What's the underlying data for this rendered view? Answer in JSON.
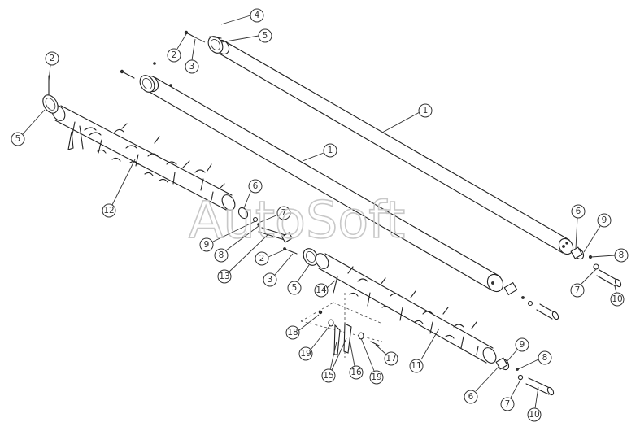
{
  "watermark": "AutoSoft",
  "callouts": [
    {
      "label": "4"
    },
    {
      "label": "5"
    },
    {
      "label": "2"
    },
    {
      "label": "3"
    },
    {
      "label": "2"
    },
    {
      "label": "5"
    },
    {
      "label": "1"
    },
    {
      "label": "1"
    },
    {
      "label": "12"
    },
    {
      "label": "6"
    },
    {
      "label": "7"
    },
    {
      "label": "9"
    },
    {
      "label": "8"
    },
    {
      "label": "13"
    },
    {
      "label": "2"
    },
    {
      "label": "3"
    },
    {
      "label": "5"
    },
    {
      "label": "14"
    },
    {
      "label": "18"
    },
    {
      "label": "19"
    },
    {
      "label": "15"
    },
    {
      "label": "16"
    },
    {
      "label": "19"
    },
    {
      "label": "17"
    },
    {
      "label": "11"
    },
    {
      "label": "6"
    },
    {
      "label": "9"
    },
    {
      "label": "8"
    },
    {
      "label": "7"
    },
    {
      "label": "10"
    },
    {
      "label": "6"
    },
    {
      "label": "9"
    },
    {
      "label": "8"
    },
    {
      "label": "7"
    },
    {
      "label": "10"
    }
  ]
}
